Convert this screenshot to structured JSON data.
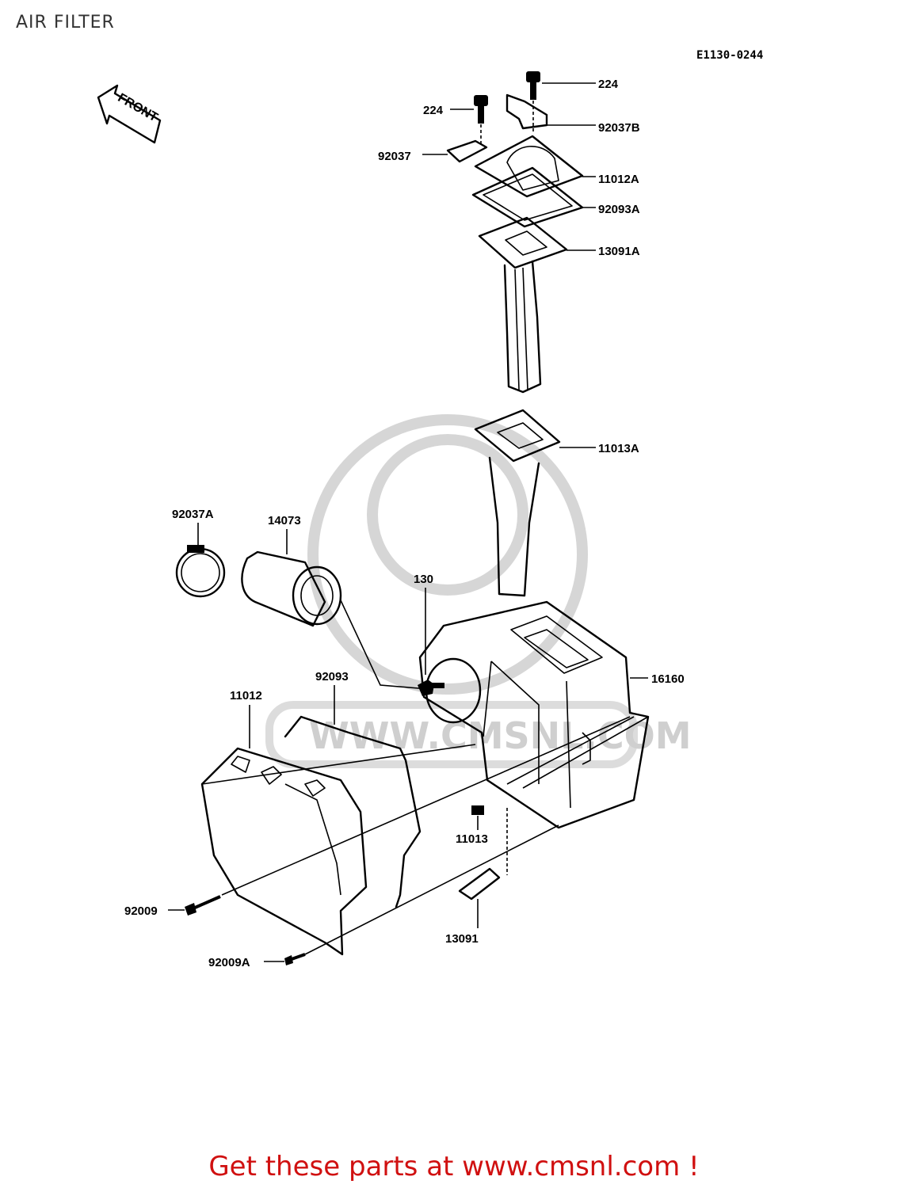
{
  "title": "AIR FILTER",
  "diagram_code": "E1130-0244",
  "front_arrow_label": "FRONT",
  "watermark_text": "WWW.CMSNL.COM",
  "footer": "Get these parts at www.cmsnl.com !",
  "parts": {
    "p224_right": "224",
    "p224_left": "224",
    "p92037B": "92037B",
    "p92037": "92037",
    "p11012A": "11012A",
    "p92093A": "92093A",
    "p13091A": "13091A",
    "p11013A": "11013A",
    "p92037A": "92037A",
    "p14073": "14073",
    "p130": "130",
    "p16160": "16160",
    "p92093": "92093",
    "p11012": "11012",
    "p11013": "11013",
    "p92009": "92009",
    "p13091": "13091",
    "p92009A": "92009A"
  },
  "colors": {
    "footer": "#d01010",
    "lines": "#000000",
    "watermark": "#d6d6d6"
  }
}
